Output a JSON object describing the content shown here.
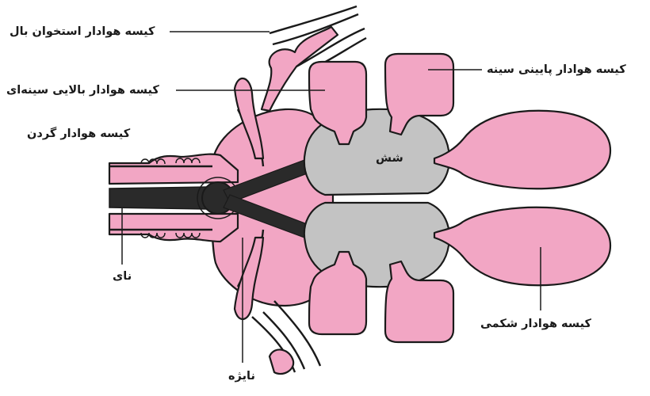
{
  "labels": {
    "wing_bone_sac": "کیسه هوادار استخوان بال",
    "upper_thoracic_sac": "کیسه هوادار بالایی سینه‌ای",
    "neck_sac": "کیسه هوادار گردن",
    "lower_thoracic_sac": "کیسه هوادار پایینی سینه",
    "lung": "شش",
    "trachea": "نای",
    "bronchus": "نایژه",
    "abdominal_sac": "کیسه هوادار شکمی"
  },
  "colors": {
    "air_sac": "#f2a6c4",
    "lung": "#c3c3c3",
    "airway": "#2a2a2a",
    "outline": "#1a1a1a"
  }
}
